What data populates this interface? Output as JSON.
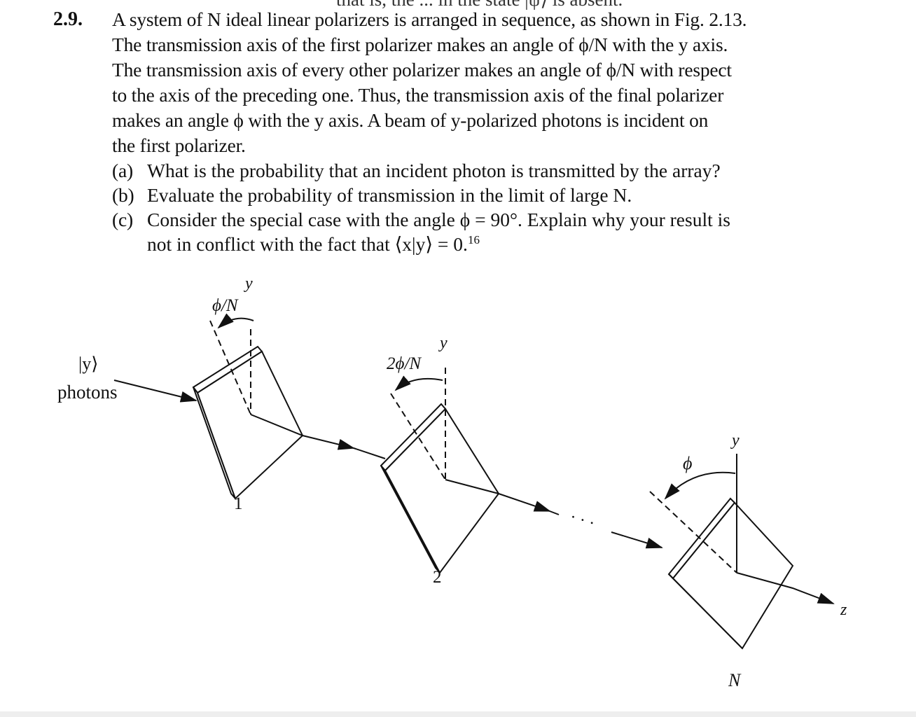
{
  "problem": {
    "cut_line": "that is, the ... in the state |ψ⟩ is absent.",
    "number": "2.9.",
    "lines": [
      "A system of N ideal linear polarizers is arranged in sequence, as shown in Fig. 2.13.",
      "The transmission axis of the first polarizer makes an angle of ϕ/N with the y axis.",
      "The transmission axis of every other polarizer makes an angle of ϕ/N with respect",
      "to the axis of the preceding one. Thus, the transmission axis of the final polarizer",
      "makes an angle ϕ with the y axis. A beam of y-polarized photons is incident on",
      "the first polarizer."
    ],
    "parts": [
      {
        "label": "(a)",
        "text": "What is the probability that an incident photon is transmitted by the array?"
      },
      {
        "label": "(b)",
        "text": "Evaluate the probability of transmission in the limit of large N."
      },
      {
        "label": "(c)",
        "text": "Consider the special case with the angle ϕ = 90°. Explain why your result is"
      }
    ],
    "part_c_cont": "not in conflict with the fact that ⟨x|y⟩ = 0.",
    "footnote_ref": "16"
  },
  "figure": {
    "input_state": "|y⟩",
    "input_label": "photons",
    "angle1": "ϕ/N",
    "angle2": "2ϕ/N",
    "angleN": "ϕ",
    "y_axis": "y",
    "z_axis": "z",
    "dots": "· · ·",
    "polarizer_labels": [
      "1",
      "2",
      "N"
    ]
  }
}
